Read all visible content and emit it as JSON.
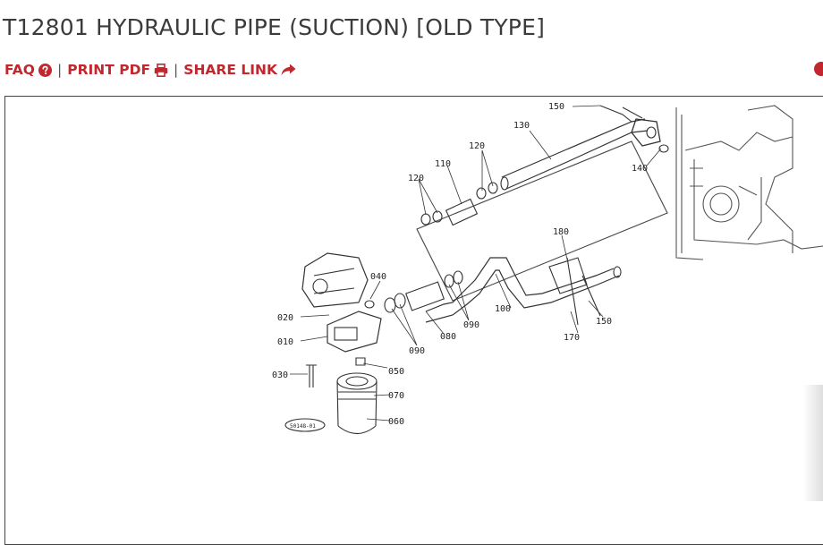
{
  "page": {
    "title": "T12801 HYDRAULIC PIPE (SUCTION) [OLD TYPE]"
  },
  "actions": {
    "faq_label": "FAQ",
    "print_label": "PRINT PDF",
    "share_label": "SHARE LINK",
    "separator": "|"
  },
  "icons": {
    "faq": "question-circle-icon",
    "print": "printer-icon",
    "share": "share-arrow-icon",
    "back": "chevron-left-circle-icon"
  },
  "colors": {
    "accent": "#c1272d",
    "title": "#3b3b3b"
  },
  "diagram": {
    "callouts": {
      "c150a": "150",
      "c130": "130",
      "c120a": "120",
      "c110": "110",
      "c120b": "120",
      "c140": "140",
      "c180": "180",
      "c040": "040",
      "c020": "020",
      "c010": "010",
      "c090a": "090",
      "c090b": "090",
      "c080": "080",
      "c100": "100",
      "c170": "170",
      "c150b": "150",
      "c050": "050",
      "c030": "030",
      "c070": "070",
      "c060": "060",
      "stamp": "50148-01"
    }
  }
}
